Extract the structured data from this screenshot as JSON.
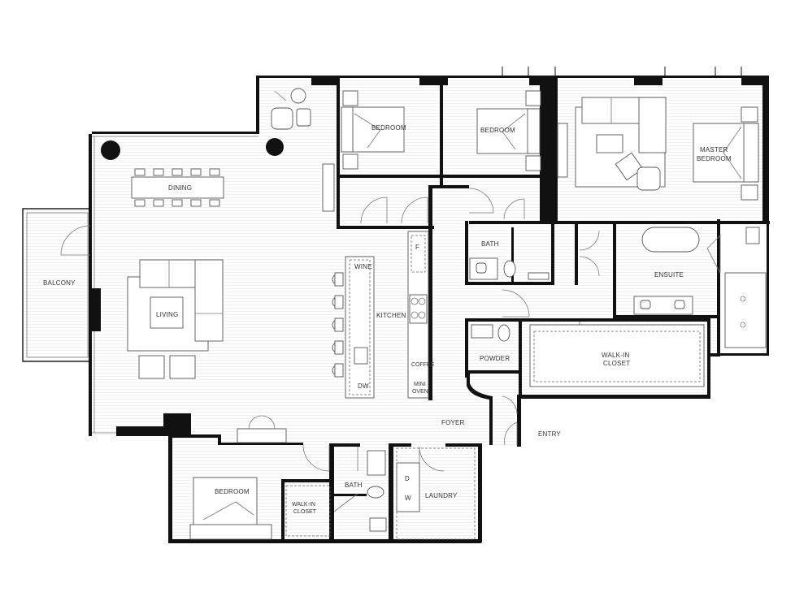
{
  "rooms": {
    "balcony": "BALCONY",
    "dining": "DINING",
    "living": "LIVING",
    "bedroom_1": "BEDROOM",
    "bedroom_2": "BEDROOM",
    "master": [
      "MASTER",
      "BEDROOM"
    ],
    "kitchen": "KITCHEN",
    "wine": "WINE",
    "fridge": "F",
    "coffee": "COFFEE",
    "dw": "DW",
    "mini_oven": [
      "MINI",
      "OVEN"
    ],
    "bath_1": "BATH",
    "ensuite": "ENSUITE",
    "powder": "POWDER",
    "walkin_closet_master": [
      "WALK-IN",
      "CLOSET"
    ],
    "foyer": "FOYER",
    "entry": "ENTRY",
    "bedroom_3": "BEDROOM",
    "walkin_closet_small": [
      "WALK-IN",
      "CLOSET"
    ],
    "bath_2": "BATH",
    "laundry": "LAUNDRY",
    "washer": "W",
    "dryer": "D"
  }
}
